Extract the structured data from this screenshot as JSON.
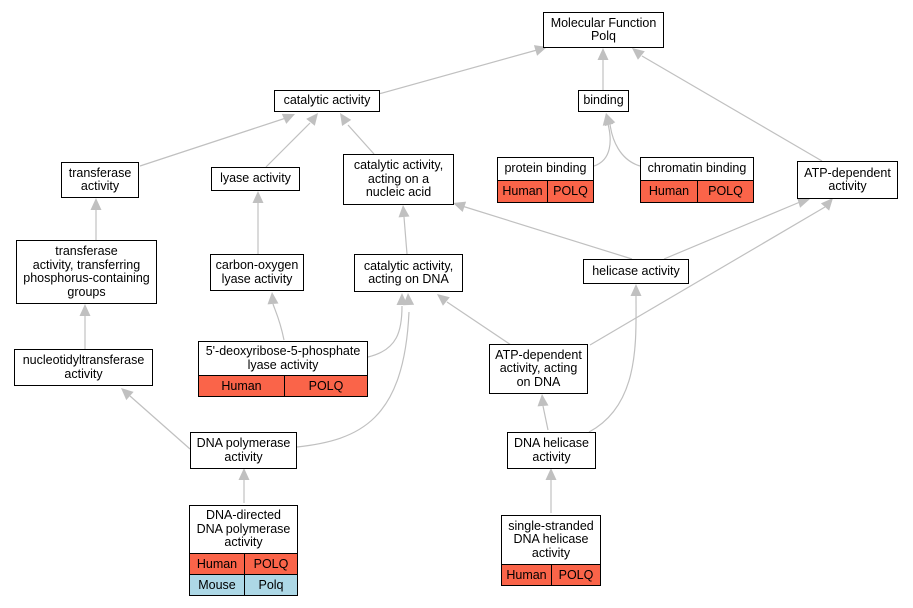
{
  "colors": {
    "edge": "#c0c0c0",
    "human": "#fa6449",
    "mouse": "#add8e6",
    "node_border": "#000000"
  },
  "nodes": {
    "root": "Molecular Function\nPolq",
    "catalytic_activity": "catalytic activity",
    "binding": "binding",
    "transferase_activity": "transferase\nactivity",
    "lyase_activity": "lyase activity",
    "catalytic_nucleic_acid": "catalytic activity,\nacting on a\nnucleic acid",
    "protein_binding": "protein binding",
    "chromatin_binding": "chromatin binding",
    "atp_dependent": "ATP-dependent\nactivity",
    "transferase_phosphorus": "transferase\nactivity, transferring\nphosphorus-containing\ngroups",
    "carbon_oxygen_lyase": "carbon-oxygen\nlyase activity",
    "catalytic_dna": "catalytic activity,\nacting on DNA",
    "helicase_activity": "helicase activity",
    "nucleotidyltransferase": "nucleotidyltransferase\nactivity",
    "deoxyribose_lyase": "5'-deoxyribose-5-phosphate\nlyase activity",
    "atp_dependent_dna": "ATP-dependent\nactivity, acting\non DNA",
    "dna_polymerase": "DNA polymerase\nactivity",
    "dna_helicase": "DNA helicase\nactivity",
    "dna_directed_polymerase": "DNA-directed\nDNA polymerase\nactivity",
    "ss_dna_helicase": "single-stranded\nDNA helicase\nactivity"
  },
  "annotations": {
    "protein_binding": {
      "species": "Human",
      "gene": "POLQ"
    },
    "chromatin_binding": {
      "species": "Human",
      "gene": "POLQ"
    },
    "deoxyribose_lyase": {
      "species": "Human",
      "gene": "POLQ"
    },
    "dna_directed_polymerase_human": {
      "species": "Human",
      "gene": "POLQ"
    },
    "dna_directed_polymerase_mouse": {
      "species": "Mouse",
      "gene": "Polq"
    },
    "ss_dna_helicase": {
      "species": "Human",
      "gene": "POLQ"
    }
  }
}
